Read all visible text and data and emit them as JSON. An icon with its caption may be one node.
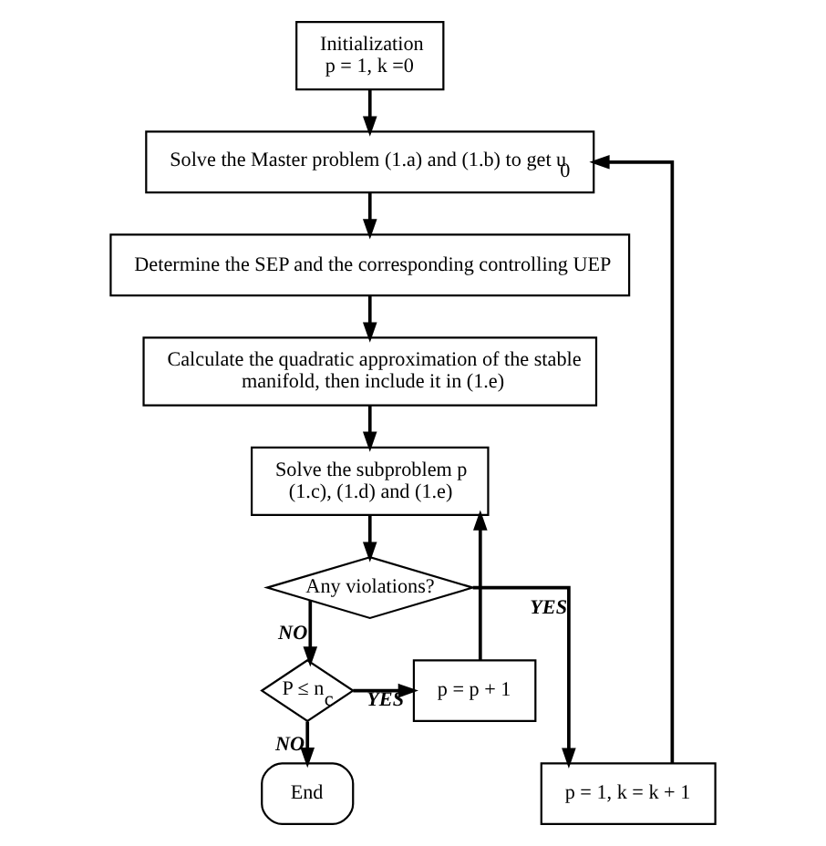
{
  "diagram": {
    "nodes": [
      {
        "text": [
          "Initialization",
          "p = 1, k =0"
        ]
      },
      {
        "text": [
          "Solve the Master problem (1.a) and (1.b) to get u$_{0}$"
        ]
      },
      {
        "text": [
          "Determine the SEP and the corresponding controlling UEP"
        ]
      },
      {
        "text": [
          "Calculate the quadratic approximation of the stable manifold, then include it in (1.e)"
        ]
      },
      {
        "text": [
          "Solve the subproblem p (1.c), (1.d) and (1.e)"
        ]
      },
      {
        "text": [
          "Any violations?"
        ]
      },
      {
        "text": [
          "P ≤ n$_{c}$"
        ]
      },
      {
        "text": [
          "p = p + 1"
        ]
      },
      {
        "text": [
          "p = 1, k = k + 1"
        ]
      },
      {
        "text": [
          "End"
        ]
      }
    ],
    "edges": [
      {
        "from": 0,
        "to": 1,
        "arrow": "to"
      },
      {
        "from": 1,
        "to": 2,
        "arrow": "to"
      },
      {
        "from": 2,
        "to": 3,
        "arrow": "to"
      },
      {
        "from": 3,
        "to": 4,
        "arrow": "to"
      },
      {
        "from": 4,
        "to": 5,
        "arrow": "to"
      },
      {
        "from": 5,
        "to": 6,
        "label": "NO",
        "arrow": "to"
      },
      {
        "from": 6,
        "to": 7,
        "label": "YES",
        "arrow": "to"
      },
      {
        "from": 6,
        "to": 9,
        "label": "NO",
        "arrow": "to"
      },
      {
        "from": 5,
        "to": 8,
        "label": "YES",
        "arrow": "to"
      },
      {
        "from": 8,
        "to": 1,
        "arrow": "to"
      },
      {
        "from": 7,
        "to": 4,
        "arrow": "to"
      }
    ]
  }
}
